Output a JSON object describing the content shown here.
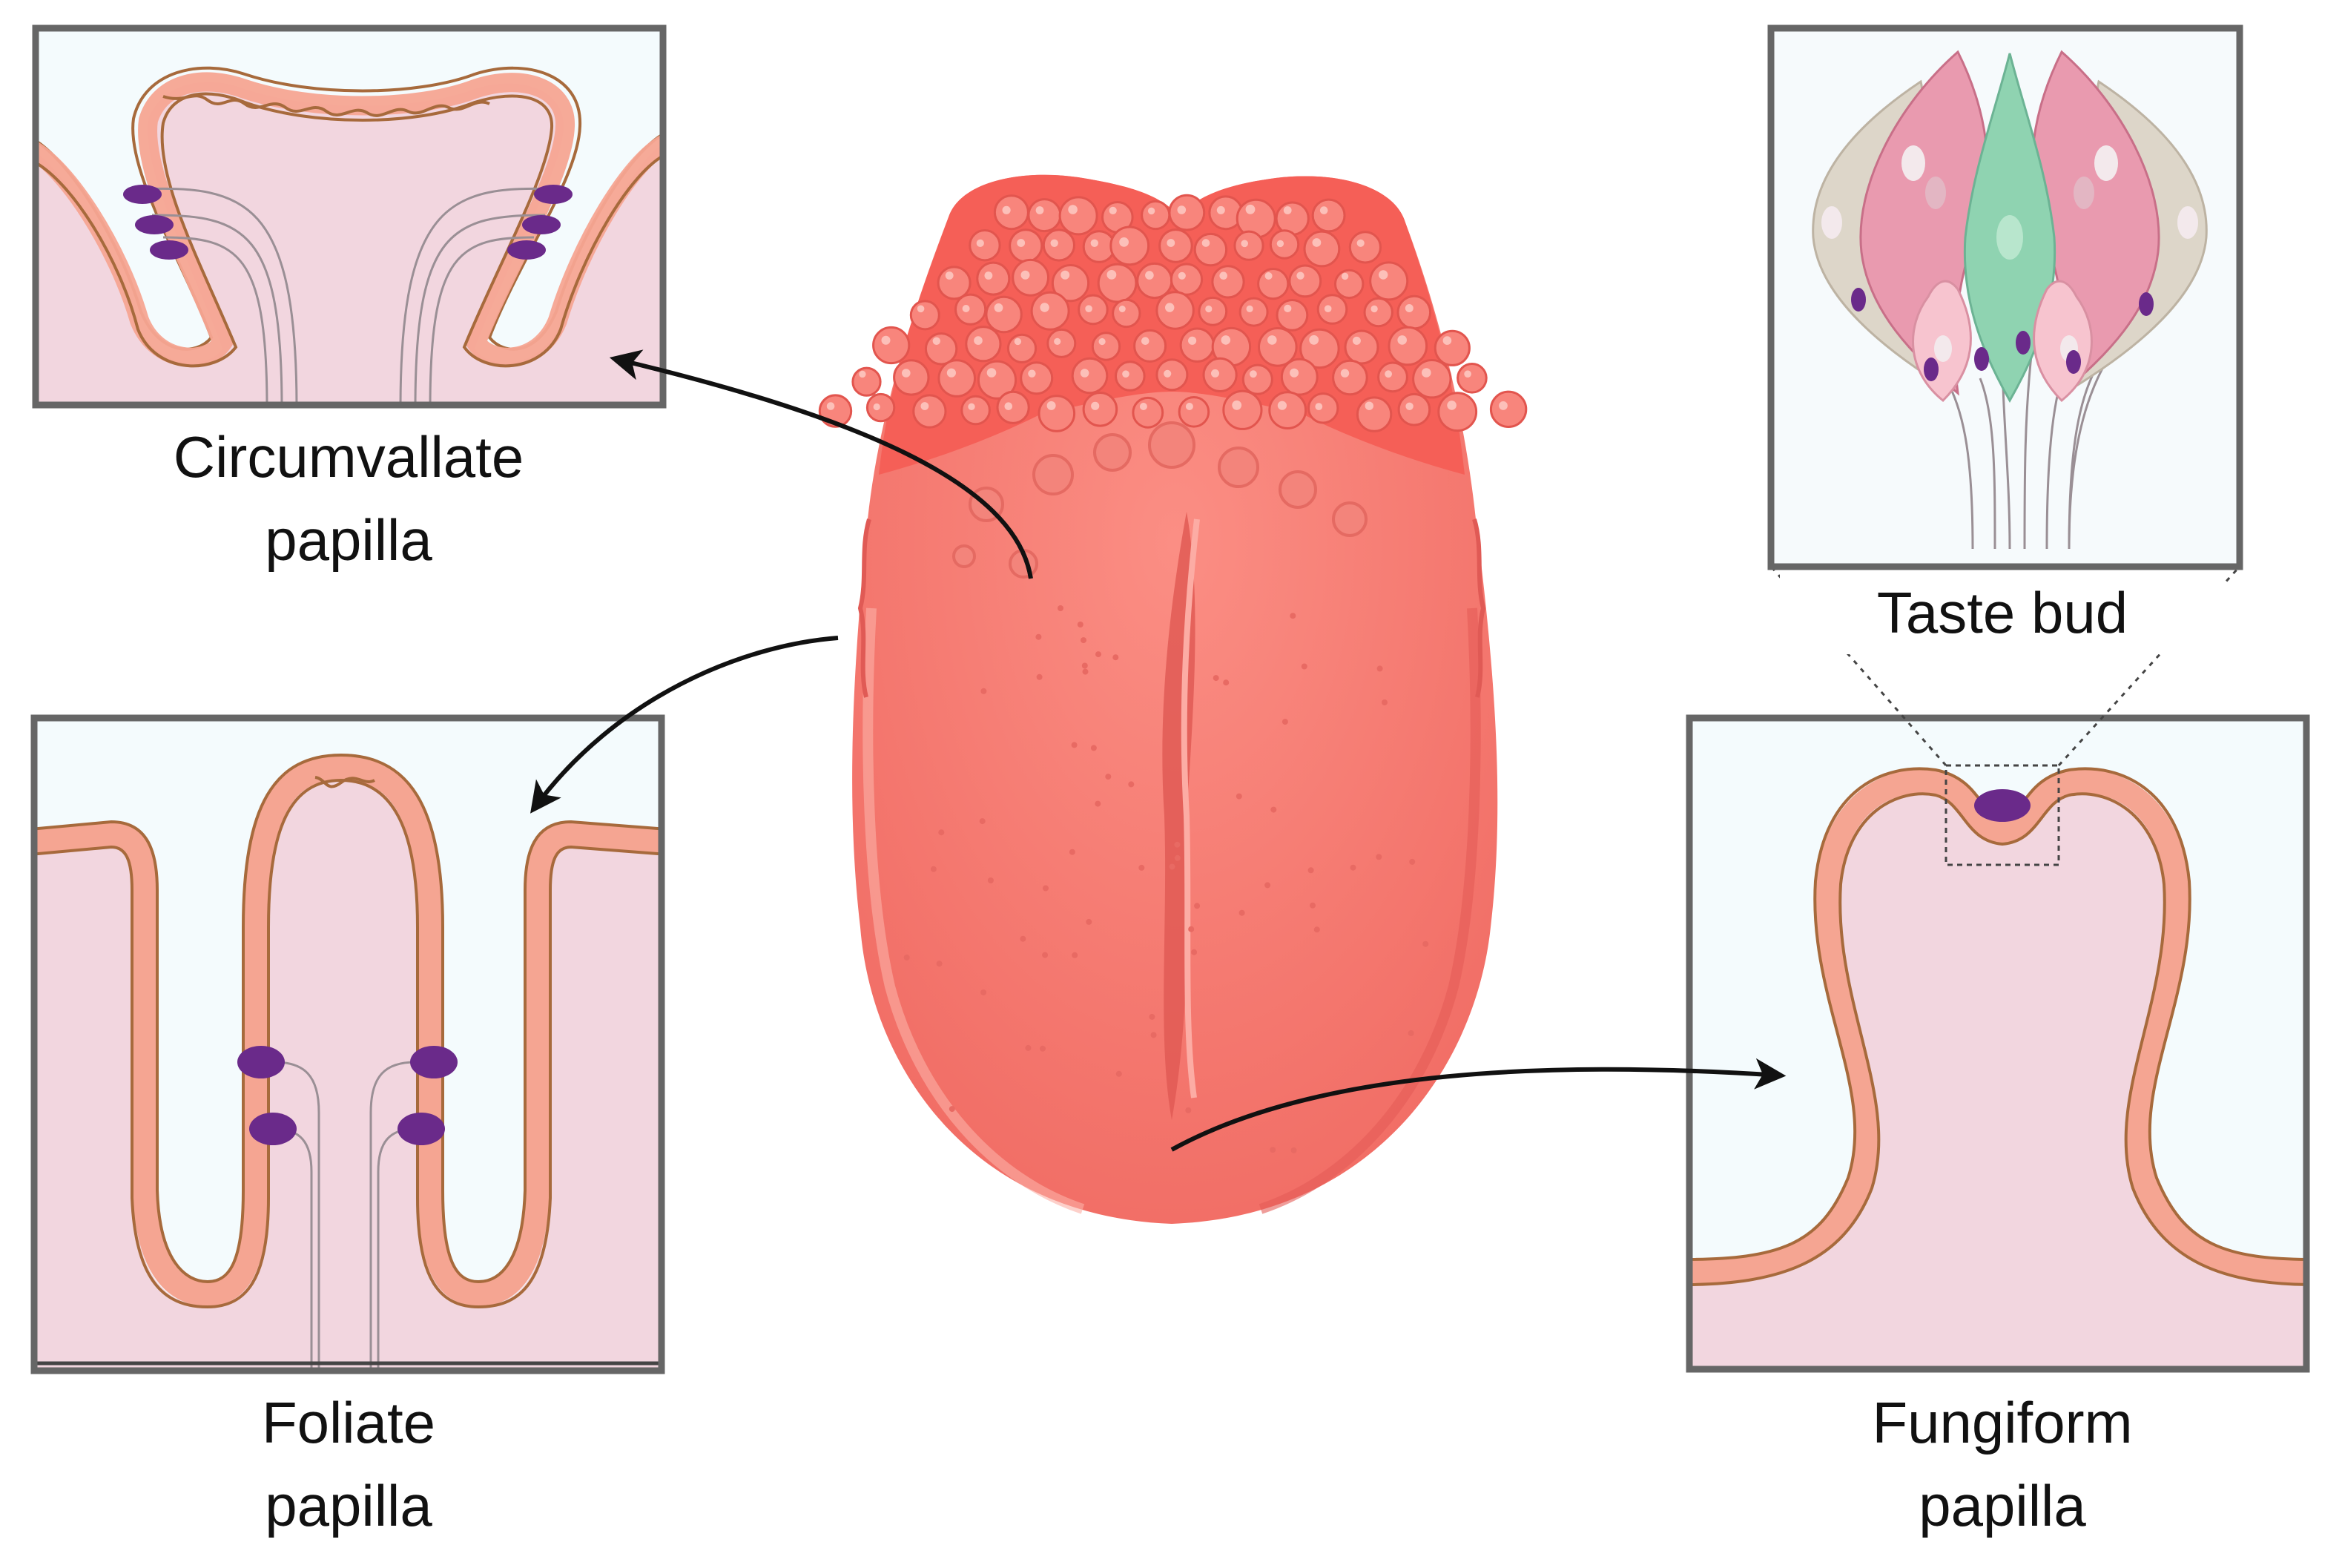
{
  "labels": {
    "circumvallate": {
      "line1": "Circumvallate",
      "line2": "papilla"
    },
    "foliate": {
      "line1": "Foliate",
      "line2": "papilla"
    },
    "fungiform": {
      "line1": "Fungiform",
      "line2": "papilla"
    },
    "taste_bud": "Taste bud"
  },
  "colors": {
    "panel_border": "#666666",
    "panel_fill_upper": "#f4fbfd",
    "tissue_pink": "#f2d6df",
    "epithelium_salmon": "#f5a592",
    "epithelium_outline": "#a76a3c",
    "taste_receptor_purple": "#6a2a8a",
    "nerve_gray": "#9a8f95",
    "tongue_red": "#f7746c",
    "tongue_dark": "#e85b55",
    "taste_cell_green": "#8fd3b1",
    "taste_cell_pink": "#e99aaf",
    "taste_cell_beige": "#ddd6c9",
    "arrow": "#111111"
  },
  "icons": {
    "tongue": "tongue-illustration",
    "circumvallate": "circumvallate-papilla-illustration",
    "foliate": "foliate-papilla-illustration",
    "fungiform": "fungiform-papilla-illustration",
    "taste_bud": "taste-bud-illustration"
  }
}
